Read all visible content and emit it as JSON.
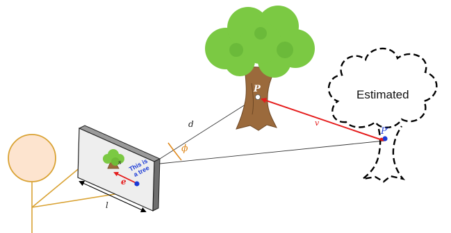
{
  "labels": {
    "P": "P",
    "P_prime": "P′",
    "d": "d",
    "v": "v",
    "phi": "ϕ",
    "e": "e",
    "l": "l",
    "s": "s",
    "screen_text": "This is a tree",
    "estimated": "Estimated"
  },
  "colors": {
    "eye": "#d9a233",
    "eye_fill": "#fde4cf",
    "tree_green": "#7bc943",
    "tree_green_dark": "#4f9a2a",
    "trunk": "#9b6a3c",
    "trunk_dark": "#6e4825",
    "vector_red": "#e51c1c",
    "point_blue": "#1b3ad6",
    "angle_orange": "#e08a1e",
    "line_black": "#333333"
  }
}
